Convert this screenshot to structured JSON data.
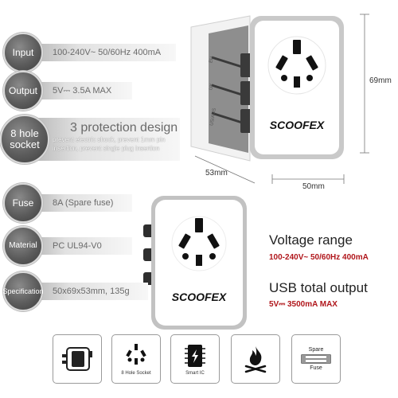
{
  "specs": [
    {
      "label": "Input",
      "value": "100-240V~ 50/60Hz 400mA"
    },
    {
      "label": "Output",
      "value": "5V⎓ 3.5A MAX"
    },
    {
      "label": "8 hole socket",
      "title": "3 protection design",
      "desc_line1": "prevent electric shock, prevent 1mm pin",
      "desc_line2": "insertion, prevent single plug insertion"
    },
    {
      "label": "Fuse",
      "value": "8A (Spare fuse)"
    },
    {
      "label": "Material",
      "value": "PC UL94-V0"
    },
    {
      "label": "Specification",
      "value": "50x69x53mm, 135g"
    }
  ],
  "dimensions": {
    "height": "69mm",
    "depth": "53mm",
    "width": "50mm"
  },
  "brand": "SCOOFEX",
  "slider_labels": [
    "EU",
    "UK",
    "US/AUS"
  ],
  "voltage": {
    "title": "Voltage range",
    "value": "100-240V~ 50/60Hz 400mA"
  },
  "usb": {
    "title": "USB total output",
    "value": "5V⎓ 3500mA MAX"
  },
  "icons": [
    {
      "name": "adapter-icon",
      "caption": ""
    },
    {
      "name": "socket-icon",
      "caption": "8 Hole Socket"
    },
    {
      "name": "chip-icon",
      "caption": "Smart IC"
    },
    {
      "name": "flame-icon",
      "caption": ""
    },
    {
      "name": "fuse-icon",
      "caption_top": "Spare",
      "caption_bottom": "Fuse"
    }
  ],
  "colors": {
    "accent_red": "#b0161b",
    "circle_gray": "#5c5c5c",
    "body_gray": "#8c8c8c"
  }
}
